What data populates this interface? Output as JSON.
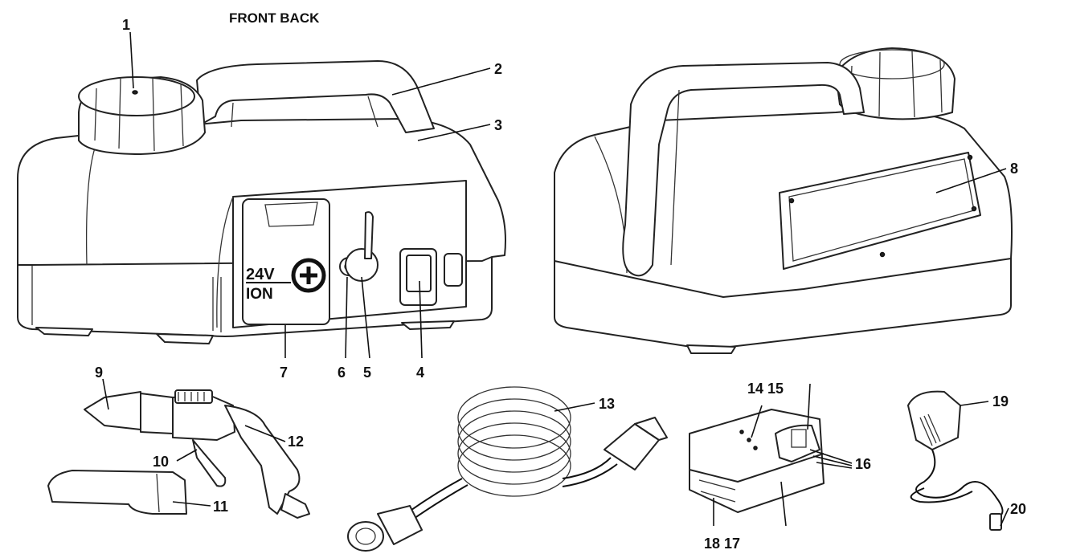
{
  "heading": "FRONT BACK",
  "logo": {
    "voltage": "24V",
    "chemistry": "ION"
  },
  "labels": {
    "l1": "1",
    "l2": "2",
    "l3": "3",
    "l4": "4",
    "l5": "5",
    "l6": "6",
    "l7": "7",
    "l8": "8",
    "l9": "9",
    "l10": "10",
    "l11": "11",
    "l12": "12",
    "l13": "13",
    "l14_15": "14 15",
    "l16": "16",
    "l18_17": "18 17",
    "l19": "19",
    "l20": "20"
  }
}
